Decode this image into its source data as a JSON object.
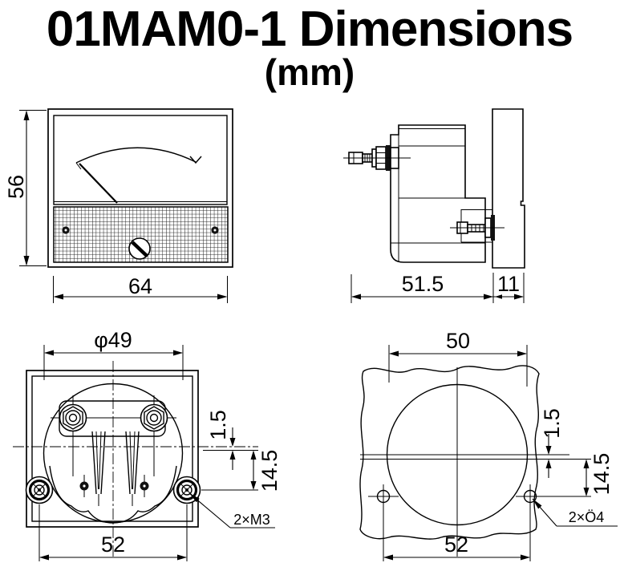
{
  "title": {
    "text": "01MAM0-1 Dimensions",
    "unit_label": "(mm)"
  },
  "colors": {
    "ink": "#000000",
    "paper": "#ffffff"
  },
  "front_view": {
    "height": "56",
    "width": "64"
  },
  "side_view": {
    "body_depth": "51.5",
    "bezel_depth": "11"
  },
  "rear_view": {
    "body_diameter": "φ49",
    "center_offset": "1.5",
    "stud_vertical_offset": "14.5",
    "stud_spacing": "52",
    "stud_thread_label": "2×M3"
  },
  "panel_cutout_view": {
    "cutout_diameter": "50",
    "center_offset": "1.5",
    "hole_vertical_offset": "14.5",
    "hole_spacing": "52",
    "hole_diameter_label": "2×Ö4"
  }
}
